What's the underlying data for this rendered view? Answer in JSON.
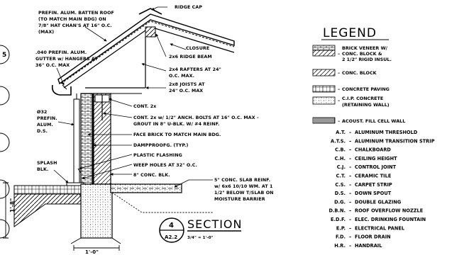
{
  "section": {
    "notes": {
      "ridge_cap": "RIDGE CAP",
      "roof_1": "PREFIN. ALUM. BATTEN ROOF",
      "roof_2": "(TO MATCH MAIN BDG) ON",
      "roof_3": "7/8\" HAT CHAN'S AT 16\" O.C.",
      "roof_4": "(MAX)",
      "gutter_1": ".040 PREFIN. ALUM.",
      "gutter_2": "GUTTER w/ HANGERS AT",
      "gutter_3": "36\" O.C. MAX",
      "closure": "CLOSURE",
      "ridge_beam": "2x6 RIDGE BEAM",
      "rafters_1": "2x4 RAFTERS AT 24\"",
      "rafters_2": "O.C. MAX.",
      "joists_1": "2x8 JOISTS AT",
      "joists_2": "24\" O.C. MAX",
      "ds_1": "Ø32",
      "ds_2": "PREFIN.",
      "ds_3": "ALUM.",
      "ds_4": "D.S.",
      "cont_2x": "CONT. 2x",
      "anch_1": "CONT. 2x w/ 1/2\" ANCH. BOLTS AT 16\" O.C. MAX -",
      "anch_2": "GROUT IN 8\" U-BLK. W/ #4 REINF.",
      "face_brick": "FACE BRICK TO MATCH MAIN BDG.",
      "dampproofing": "DAMPPROOFG. (TYP.)",
      "plastic_flashing": "PLASTIC FLASHING",
      "weep": "WEEP HOLES AT 32\" O.C.",
      "splash_1": "SPLASH",
      "splash_2": "BLK.",
      "conc_blk": "8\" CONC. BLK.",
      "slab_1": "5\" CONC. SLAB REINF.",
      "slab_2": "w/ 6x6 10/10 WM. AT 1",
      "slab_3": "1/2\" BELOW T/SLAB ON",
      "slab_4": "MOISTURE BARRIER",
      "dim_vertical": "1'-8\"",
      "dim_bottom": "1'-0\""
    },
    "tag": {
      "number": "4",
      "sheet": "A2.2",
      "title": "SECTION",
      "scale": "3/4\" = 1'-0\""
    },
    "margin_marks": [
      "5",
      "",
      "",
      "",
      "",
      ""
    ]
  },
  "legend": {
    "title": "LEGEND",
    "materials": [
      {
        "line1": "BRICK VENEER W/",
        "line2": "CONC. BLOCK &",
        "line3": "2 1/2\" RIGID INSUL."
      },
      {
        "line1": "CONC. BLOCK"
      },
      {
        "line1": "CONCRETE PAVING"
      },
      {
        "line1": "C.I.P. CONCRETE",
        "line2": "(RETAINING WALL)"
      },
      {
        "line1": "ACOUST. FILL CELL WALL"
      }
    ],
    "abbreviations": [
      {
        "abbr": "A.T.",
        "meaning": "ALUMINUM THRESHOLD"
      },
      {
        "abbr": "A.T.S.",
        "meaning": "ALUMINUM TRANSITION STRIP"
      },
      {
        "abbr": "C.B.",
        "meaning": "CHALKBOARD"
      },
      {
        "abbr": "C.H.",
        "meaning": "CEILING HEIGHT"
      },
      {
        "abbr": "C.J.",
        "meaning": "CONTROL JOINT"
      },
      {
        "abbr": "C.T.",
        "meaning": "CERAMIC TILE"
      },
      {
        "abbr": "C.S.",
        "meaning": "CARPET STRIP"
      },
      {
        "abbr": "D.S.",
        "meaning": "DOWN SPOUT"
      },
      {
        "abbr": "D.G.",
        "meaning": "DOUBLE GLAZING"
      },
      {
        "abbr": "D.B.N.",
        "meaning": "ROOF OVERFLOW NOZZLE"
      },
      {
        "abbr": "E.D.F.",
        "meaning": "ELEC. DRINKING FOUNTAIN"
      },
      {
        "abbr": "E.P.",
        "meaning": "ELECTRICAL PANEL"
      },
      {
        "abbr": "F.D.",
        "meaning": "FLOOR DRAIN"
      },
      {
        "abbr": "H.R.",
        "meaning": "HANDRAIL"
      }
    ]
  }
}
